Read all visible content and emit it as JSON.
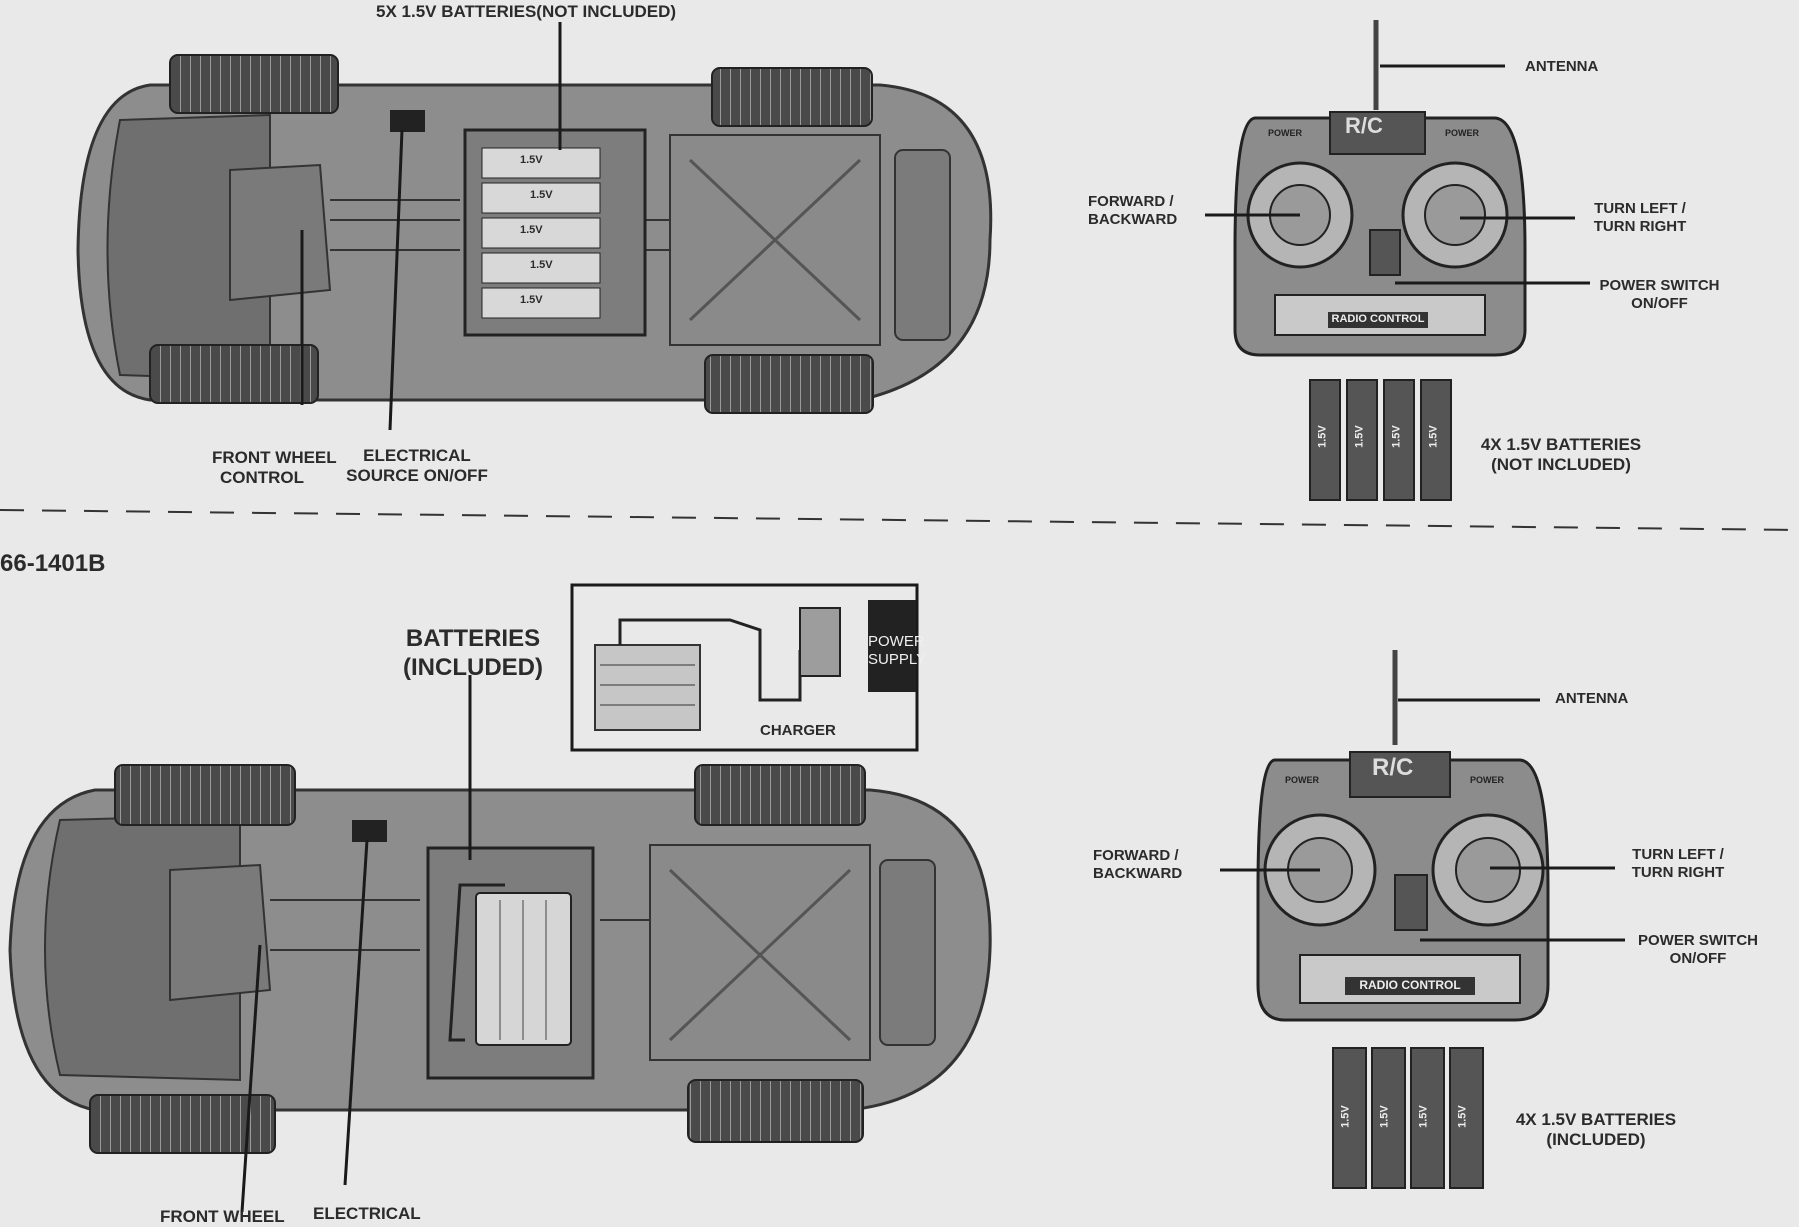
{
  "top_section": {
    "car_batteries_label": "5X 1.5V BATTERIES(NOT INCLUDED)",
    "front_wheel_control": [
      "FRONT WHEEL",
      "CONTROL"
    ],
    "electrical_source": [
      "ELECTRICAL",
      "SOURCE ON/OFF"
    ],
    "remote": {
      "antenna": "ANTENNA",
      "forward_backward": [
        "FORWARD /",
        "BACKWARD"
      ],
      "turn": [
        "TURN LEFT /",
        "TURN RIGHT"
      ],
      "power_switch": [
        "POWER SWITCH",
        "ON/OFF"
      ],
      "batteries": [
        "4X 1.5V BATTERIES",
        "(NOT INCLUDED)"
      ],
      "brand_label": "RADIO CONTROL",
      "rc_logo": "R/C",
      "power_badge": "POWER"
    },
    "cell_label": "1.5V"
  },
  "model_number": "66-1401B",
  "bottom_section": {
    "batteries_label": [
      "BATTERIES",
      "(INCLUDED)"
    ],
    "charger_label": "CHARGER",
    "power_supply": [
      "POWER",
      "SUPPLY"
    ],
    "front_wheel": "FRONT WHEEL",
    "electrical": "ELECTRICAL",
    "remote": {
      "antenna": "ANTENNA",
      "forward_backward": [
        "FORWARD /",
        "BACKWARD"
      ],
      "turn": [
        "TURN LEFT /",
        "TURN RIGHT"
      ],
      "power_switch": [
        "POWER SWITCH",
        "ON/OFF"
      ],
      "batteries": [
        "4X 1.5V BATTERIES",
        "(INCLUDED)"
      ],
      "brand_label": "RADIO CONTROL",
      "rc_logo": "R/C",
      "power_badge": "POWER"
    },
    "cell_label": "1.5V"
  }
}
